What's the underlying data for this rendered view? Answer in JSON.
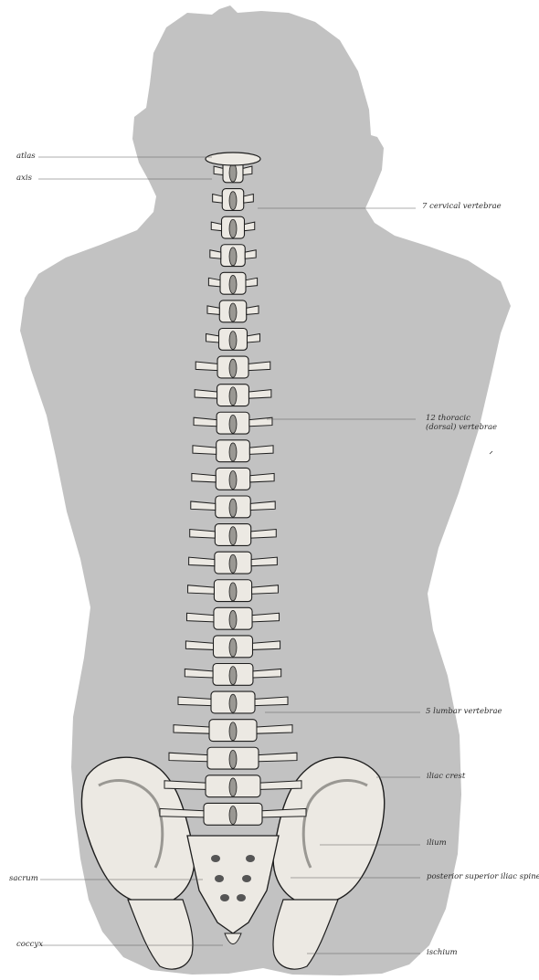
{
  "figure": {
    "colors": {
      "silhouette": "#c2c2c2",
      "bone_fill": "#ece9e3",
      "bone_shade": "#9a9893",
      "ink": "#1e1e1e",
      "leader": "#5a5a5a"
    }
  },
  "labels": {
    "atlas": "atlas",
    "axis": "axis",
    "cervical": "7 cervical vertebrae",
    "thoracic_line1": "12 thoracic",
    "thoracic_line2": "(dorsal) vertebrae",
    "lumbar": "5 lumbar vertebrae",
    "iliac_crest": "iliac crest",
    "ilium": "ilium",
    "sacrum": "sacrum",
    "psis": "posterior superior iliac spine",
    "coccyx": "coccyx",
    "ischium": "ischium"
  }
}
